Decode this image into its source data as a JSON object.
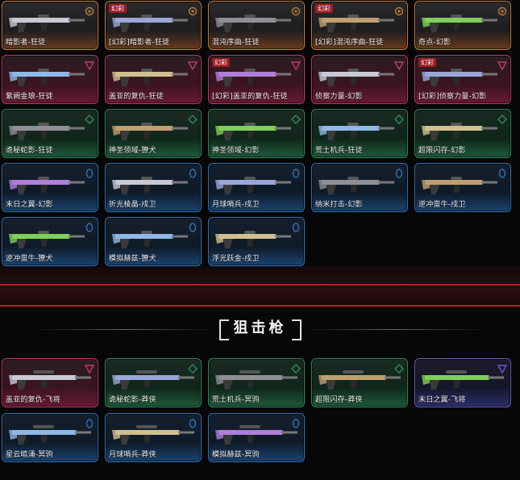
{
  "colors": {
    "gold": "#c07a3a",
    "pink": "#c03a6a",
    "green": "#2f8a5a",
    "blue": "#2d74b8",
    "purple": "#6a5ac0",
    "accent_red": "#b81d27"
  },
  "section_title": "狙击枪",
  "rifles": [
    {
      "name": "暗影者-狂徒",
      "tier": "gold",
      "tag": ""
    },
    {
      "name": "[幻彩]暗影者-狂徒",
      "tier": "gold",
      "tag": "幻彩"
    },
    {
      "name": "混沌序曲-狂徒",
      "tier": "gold",
      "tag": ""
    },
    {
      "name": "[幻彩]混沌序曲-狂徒",
      "tier": "gold",
      "tag": "幻彩"
    },
    {
      "name": "奇点-幻影",
      "tier": "gold",
      "tag": ""
    },
    {
      "name": "紫阙金琅-狂徒",
      "tier": "pink",
      "tag": ""
    },
    {
      "name": "盖亚的复仇-狂徒",
      "tier": "pink",
      "tag": ""
    },
    {
      "name": "[幻彩]盖亚的复仇-狂徒",
      "tier": "pink",
      "tag": "幻彩"
    },
    {
      "name": "侦察力量-幻影",
      "tier": "pink",
      "tag": ""
    },
    {
      "name": "[幻彩]侦察力量-幻影",
      "tier": "pink",
      "tag": "幻彩"
    },
    {
      "name": "诡秘蛇影-狂徒",
      "tier": "green",
      "tag": ""
    },
    {
      "name": "神圣领域-獠犬",
      "tier": "green",
      "tag": ""
    },
    {
      "name": "神圣领域-幻影",
      "tier": "green",
      "tag": ""
    },
    {
      "name": "荒土机兵-狂徒",
      "tier": "green",
      "tag": ""
    },
    {
      "name": "超限闪存-幻影",
      "tier": "green",
      "tag": ""
    },
    {
      "name": "末日之翼-幻影",
      "tier": "blue",
      "tag": ""
    },
    {
      "name": "折光棱晶-戍卫",
      "tier": "blue",
      "tag": ""
    },
    {
      "name": "月球哨兵-戍卫",
      "tier": "blue",
      "tag": ""
    },
    {
      "name": "纳米打击-幻影",
      "tier": "blue",
      "tag": ""
    },
    {
      "name": "逆冲蛮牛-戍卫",
      "tier": "blue",
      "tag": ""
    },
    {
      "name": "逆冲蛮牛-獠犬",
      "tier": "blue",
      "tag": ""
    },
    {
      "name": "模拟赫兹-獠犬",
      "tier": "blue",
      "tag": ""
    },
    {
      "name": "浮光跃金-戍卫",
      "tier": "blue",
      "tag": ""
    }
  ],
  "snipers": [
    {
      "name": "盖亚的复仇-飞将",
      "tier": "pink",
      "tag": ""
    },
    {
      "name": "诡秘蛇影-莽侠",
      "tier": "green",
      "tag": ""
    },
    {
      "name": "荒土机兵-冥驹",
      "tier": "green",
      "tag": ""
    },
    {
      "name": "超限闪存-莽侠",
      "tier": "green",
      "tag": ""
    },
    {
      "name": "末日之翼-飞将",
      "tier": "purple",
      "tag": ""
    },
    {
      "name": "星云暗涌-冥驹",
      "tier": "blue",
      "tag": ""
    },
    {
      "name": "月球哨兵-莽侠",
      "tier": "blue",
      "tag": ""
    },
    {
      "name": "模拟赫兹-冥驹",
      "tier": "blue",
      "tag": ""
    }
  ]
}
